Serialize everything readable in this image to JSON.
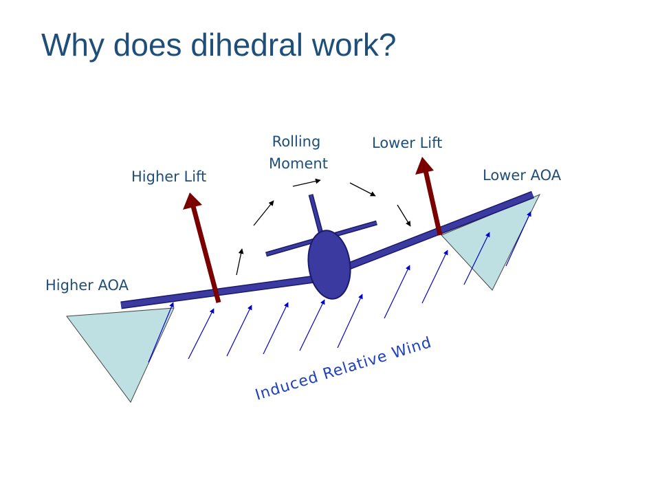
{
  "title": "Why does dihedral work?",
  "labels": {
    "rolling_moment_line1": "Rolling",
    "rolling_moment_line2": "Moment",
    "lower_lift": "Lower Lift",
    "higher_lift": "Higher Lift",
    "lower_aoa": "Lower AOA",
    "higher_aoa": "Higher AOA",
    "induced_wind": "Induced Relative Wind"
  },
  "colors": {
    "title": "#1f4e79",
    "label": "#1f4e79",
    "wind_label": "#1f3fbf",
    "wing": "#3a3aa0",
    "wing_edge": "#1a1a6a",
    "lift_arrow": "#7a0000",
    "aoa_triangle": "#bfe0e3",
    "wind_arrow": "#0000cc",
    "moment_arrow": "#000000"
  }
}
